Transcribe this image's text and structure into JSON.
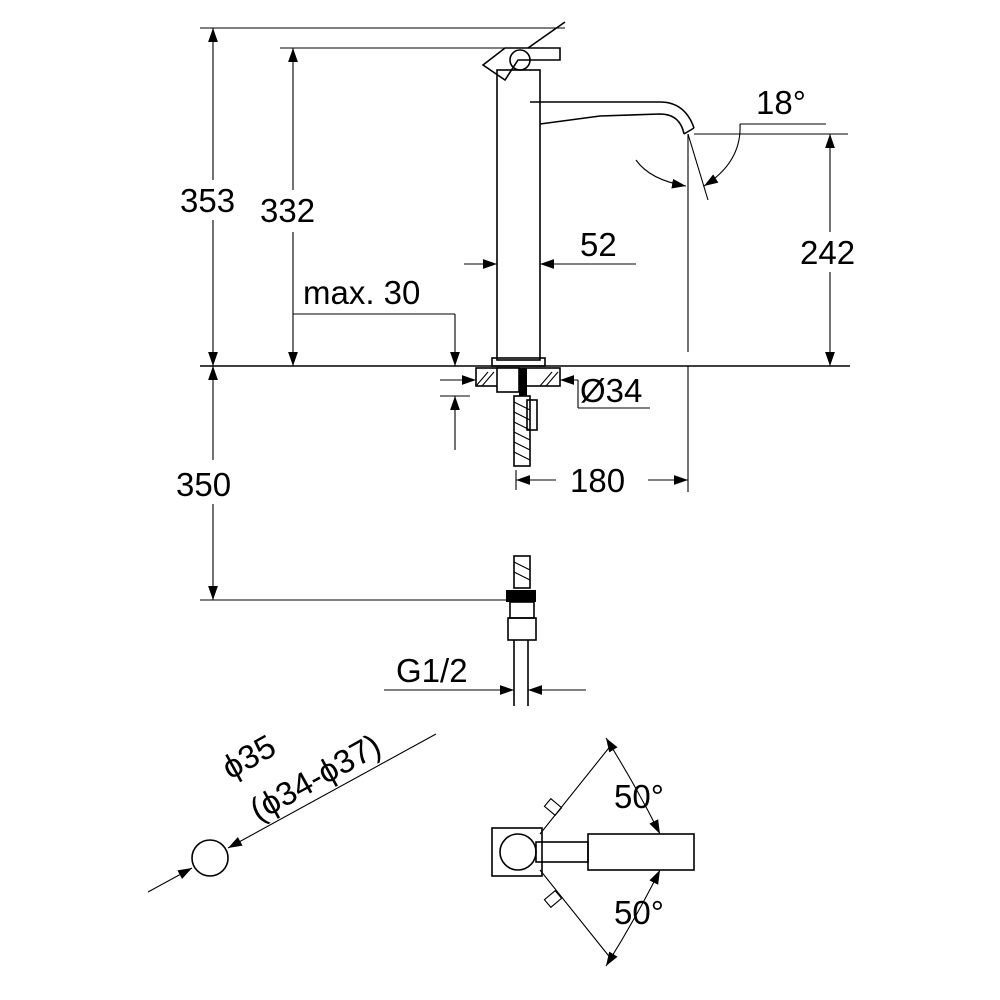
{
  "dimensions": {
    "total_height": "353",
    "lever_height": "332",
    "max_thickness": "max. 30",
    "body_diameter": "52",
    "spout_height": "242",
    "spout_angle": "18°",
    "mount_diameter": "Ø34",
    "below_counter": "350",
    "reach": "180",
    "thread": "G1/2",
    "hole_diameter": "ϕ35",
    "hole_range": "(ϕ34-ϕ37)",
    "lever_rotation_top": "50°",
    "lever_rotation_bottom": "50°"
  }
}
